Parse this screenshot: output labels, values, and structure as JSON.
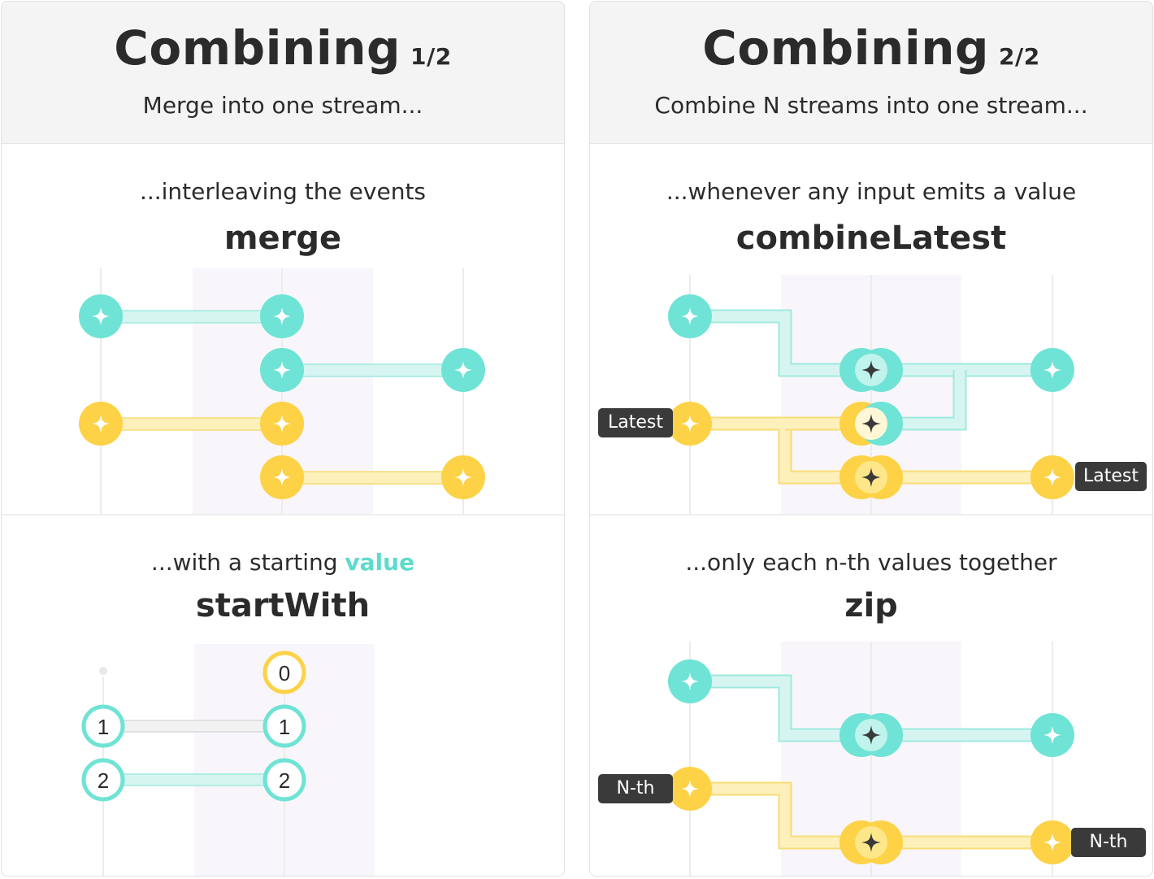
{
  "left": {
    "title": "Combining",
    "page": "1/2",
    "subtitle": "Merge into one stream...",
    "sections": [
      {
        "caption": "...interleaving the events",
        "operator": "merge"
      },
      {
        "caption_prefix": "...with a starting ",
        "caption_highlight": "value",
        "operator": "startWith"
      }
    ],
    "startwith_values": {
      "initial": "0",
      "first": "1",
      "second": "2"
    }
  },
  "right": {
    "title": "Combining",
    "page": "2/2",
    "subtitle": "Combine N streams into one stream...",
    "sections": [
      {
        "caption": "...whenever any input emits a value",
        "operator": "combineLatest",
        "tag_label": "Latest"
      },
      {
        "caption": "...only each n-th values together",
        "operator": "zip",
        "tag_label": "N-th"
      }
    ]
  },
  "colors": {
    "teal": "#6fe3d5",
    "teal_track": "#d6f5f1",
    "yellow": "#fdd246",
    "yellow_track": "#fdf0bb",
    "dark": "#3a3a3a",
    "highlight_band": "#f8f6fa",
    "gray_track": "#e8e8e8"
  },
  "icons": {
    "event_marker": "sparkle-icon"
  }
}
